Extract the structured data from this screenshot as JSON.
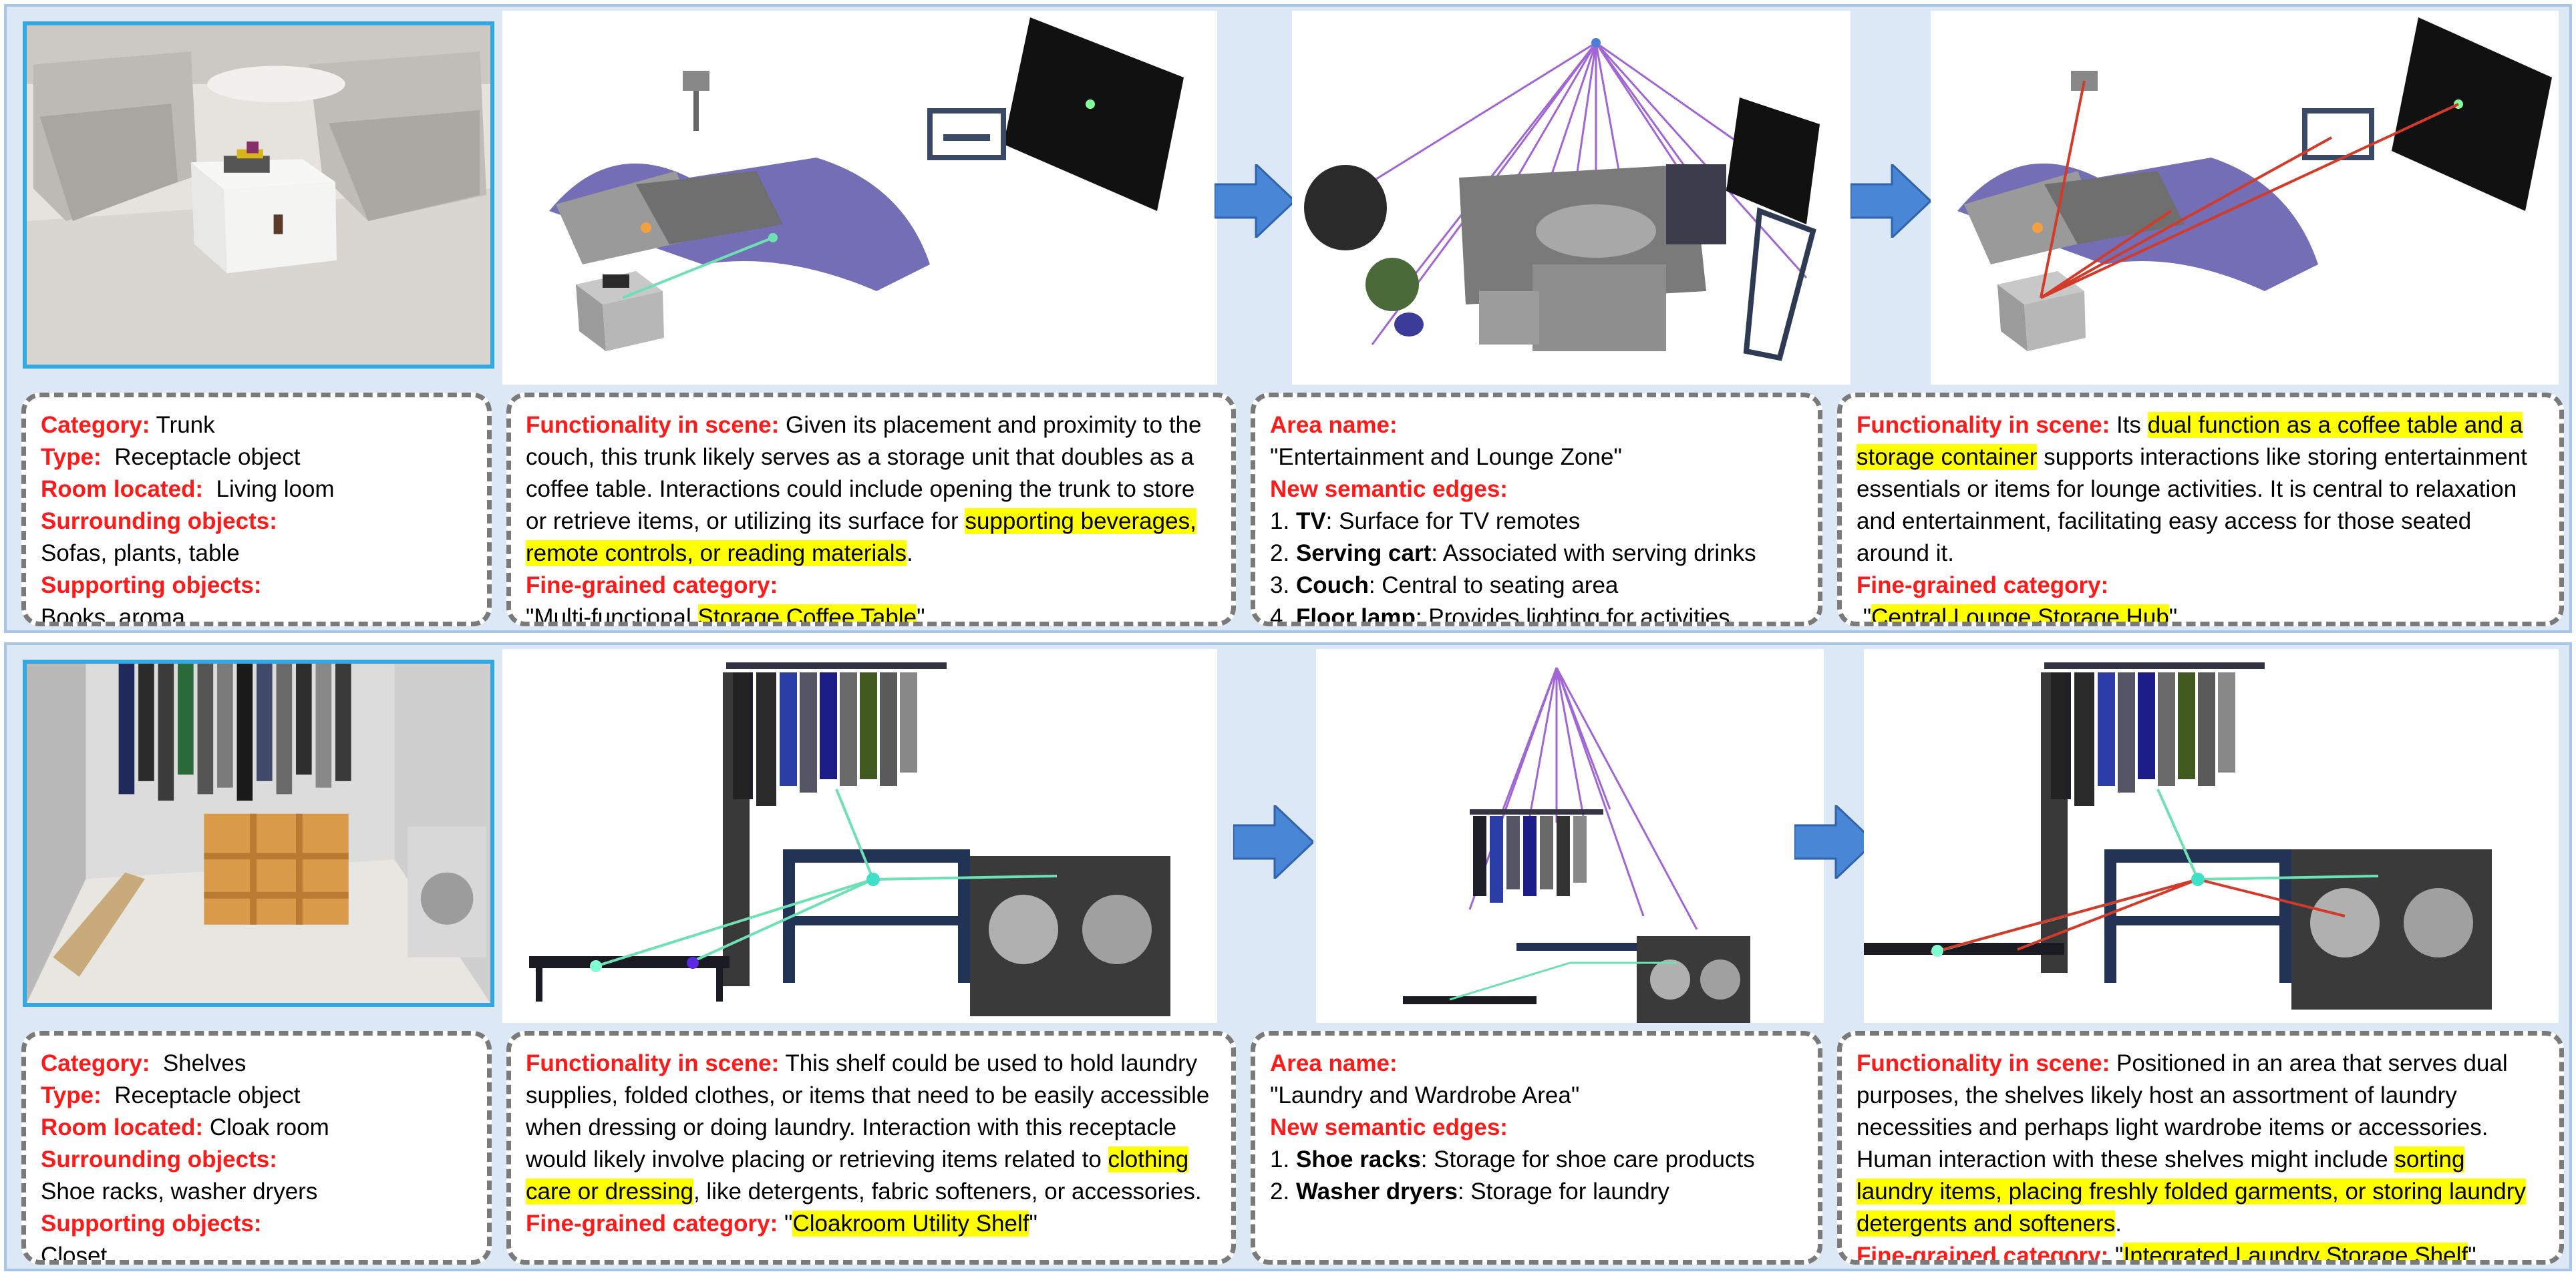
{
  "colors": {
    "label_red": "#ff1a1a",
    "highlight": "#ffff00",
    "panel_bg": "#dce8f5",
    "panel_border": "#a9c4e4",
    "photo_border": "#33a8e0",
    "arrow_fill": "#4a86d6",
    "edge_purple": "#a066d6",
    "edge_green": "#6fe0b4",
    "edge_red": "#d23a2a"
  },
  "panels": [
    {
      "id": "trunk",
      "photo_icon": "living-room-trunk-render",
      "object_info": {
        "category_label": "Category:",
        "category_value": "Trunk",
        "type_label": "Type:",
        "type_value": "Receptacle object",
        "room_label": "Room located:",
        "room_value": "Living loom",
        "surrounding_label": "Surrounding objects:",
        "surrounding_value": "Sofas, plants, table",
        "supporting_label": "Supporting objects:",
        "supporting_value": "Books, aroma"
      },
      "functionality_1": {
        "label": "Functionality in scene:",
        "text_before": "Given its placement and proximity to the couch, this trunk likely serves as a storage unit that doubles as a coffee table. Interactions could include opening the trunk to store or retrieve items, or utilizing its surface for",
        "highlight": "supporting beverages, remote controls, or reading materials",
        "text_after": ".",
        "fine_label": "Fine-grained category:",
        "fine_prefix": "\"Multi-functional",
        "fine_highlight": "Storage Coffee Table",
        "fine_suffix": "\""
      },
      "area": {
        "area_label": "Area name:",
        "area_value": "\"Entertainment and Lounge Zone\"",
        "edges_label": "New semantic edges:",
        "edges": [
          {
            "num": "1.",
            "name": "TV",
            "desc": ": Surface for TV remotes"
          },
          {
            "num": "2.",
            "name": "Serving cart",
            "desc": ": Associated with serving drinks"
          },
          {
            "num": "3.",
            "name": "Couch",
            "desc": ": Central to seating area"
          },
          {
            "num": "4.",
            "name": "Floor lamp",
            "desc": ": Provides lighting for activities"
          }
        ]
      },
      "functionality_2": {
        "label": "Functionality in scene:",
        "text_before": "Its",
        "highlight": "dual function as a coffee table and a storage container",
        "text_after": "supports interactions like storing entertainment essentials or items for lounge activities. It is central to relaxation and entertainment, facilitating easy access for those seated around it.",
        "fine_label": "Fine-grained category:",
        "fine_prefix": "\"",
        "fine_highlight": "Central Lounge Storage Hub",
        "fine_suffix": "\""
      }
    },
    {
      "id": "shelves",
      "photo_icon": "cloak-room-shelves-render",
      "object_info": {
        "category_label": "Category:",
        "category_value": "Shelves",
        "type_label": "Type:",
        "type_value": "Receptacle object",
        "room_label": "Room located:",
        "room_value": "Cloak room",
        "surrounding_label": "Surrounding objects:",
        "surrounding_value": "Shoe racks, washer dryers",
        "supporting_label": "Supporting objects:",
        "supporting_value": "Closet"
      },
      "functionality_1": {
        "label": "Functionality in scene:",
        "text_before": "This shelf could be used to hold laundry supplies, folded clothes, or items that need to be easily accessible when dressing or doing laundry. Interaction with this receptacle would likely involve placing or retrieving items related to",
        "highlight": "clothing care or dressing",
        "text_after": ", like detergents, fabric softeners, or accessories.",
        "fine_label": "Fine-grained category:",
        "fine_prefix": "\"",
        "fine_highlight": "Cloakroom Utility Shelf",
        "fine_suffix": "\""
      },
      "area": {
        "area_label": "Area name:",
        "area_value": "\"Laundry and Wardrobe Area\"",
        "edges_label": "New semantic edges:",
        "edges": [
          {
            "num": "1.",
            "name": "Shoe racks",
            "desc": ":  Storage for shoe care products"
          },
          {
            "num": "2.",
            "name": "Washer dryers",
            "desc": ":  Storage for laundry"
          }
        ]
      },
      "functionality_2": {
        "label": "Functionality in scene:",
        "text_before": "Positioned in an area that serves dual purposes, the shelves likely host an assortment of laundry necessities and perhaps light wardrobe items or accessories. Human interaction with these shelves might include",
        "highlight": "sorting laundry items, placing freshly folded garments, or storing laundry detergents and softeners",
        "text_after": ".",
        "fine_label": "Fine-grained category:",
        "fine_prefix": "\"",
        "fine_highlight": "Integrated Laundry Storage Shelf",
        "fine_suffix": "\""
      }
    }
  ]
}
